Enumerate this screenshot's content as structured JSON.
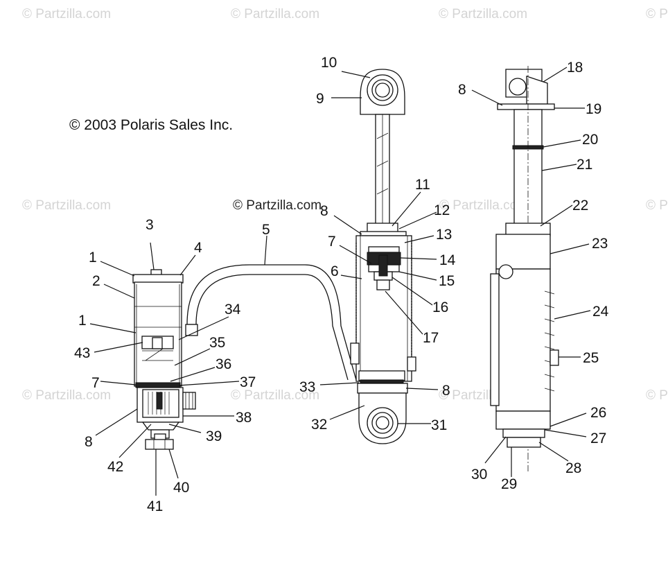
{
  "copyright": "© 2003 Polaris Sales Inc.",
  "watermark": "© Partzilla.com",
  "watermark_center": "© Partzilla.com",
  "callouts": [
    {
      "id": "c1a",
      "label": "1"
    },
    {
      "id": "c1b",
      "label": "1"
    },
    {
      "id": "c2",
      "label": "2"
    },
    {
      "id": "c3",
      "label": "3"
    },
    {
      "id": "c4",
      "label": "4"
    },
    {
      "id": "c5",
      "label": "5"
    },
    {
      "id": "c6",
      "label": "6"
    },
    {
      "id": "c7a",
      "label": "7"
    },
    {
      "id": "c7b",
      "label": "7"
    },
    {
      "id": "c8a",
      "label": "8"
    },
    {
      "id": "c8b",
      "label": "8"
    },
    {
      "id": "c8c",
      "label": "8"
    },
    {
      "id": "c8d",
      "label": "8"
    },
    {
      "id": "c9",
      "label": "9"
    },
    {
      "id": "c10",
      "label": "10"
    },
    {
      "id": "c11",
      "label": "11"
    },
    {
      "id": "c12",
      "label": "12"
    },
    {
      "id": "c13",
      "label": "13"
    },
    {
      "id": "c14",
      "label": "14"
    },
    {
      "id": "c15",
      "label": "15"
    },
    {
      "id": "c16",
      "label": "16"
    },
    {
      "id": "c17",
      "label": "17"
    },
    {
      "id": "c18",
      "label": "18"
    },
    {
      "id": "c19",
      "label": "19"
    },
    {
      "id": "c20",
      "label": "20"
    },
    {
      "id": "c21",
      "label": "21"
    },
    {
      "id": "c22",
      "label": "22"
    },
    {
      "id": "c23",
      "label": "23"
    },
    {
      "id": "c24",
      "label": "24"
    },
    {
      "id": "c25",
      "label": "25"
    },
    {
      "id": "c26",
      "label": "26"
    },
    {
      "id": "c27",
      "label": "27"
    },
    {
      "id": "c28",
      "label": "28"
    },
    {
      "id": "c29",
      "label": "29"
    },
    {
      "id": "c30",
      "label": "30"
    },
    {
      "id": "c31",
      "label": "31"
    },
    {
      "id": "c32",
      "label": "32"
    },
    {
      "id": "c33",
      "label": "33"
    },
    {
      "id": "c34",
      "label": "34"
    },
    {
      "id": "c35",
      "label": "35"
    },
    {
      "id": "c36",
      "label": "36"
    },
    {
      "id": "c37",
      "label": "37"
    },
    {
      "id": "c38",
      "label": "38"
    },
    {
      "id": "c39",
      "label": "39"
    },
    {
      "id": "c40",
      "label": "40"
    },
    {
      "id": "c41",
      "label": "41"
    },
    {
      "id": "c42",
      "label": "42"
    },
    {
      "id": "c43",
      "label": "43"
    }
  ]
}
